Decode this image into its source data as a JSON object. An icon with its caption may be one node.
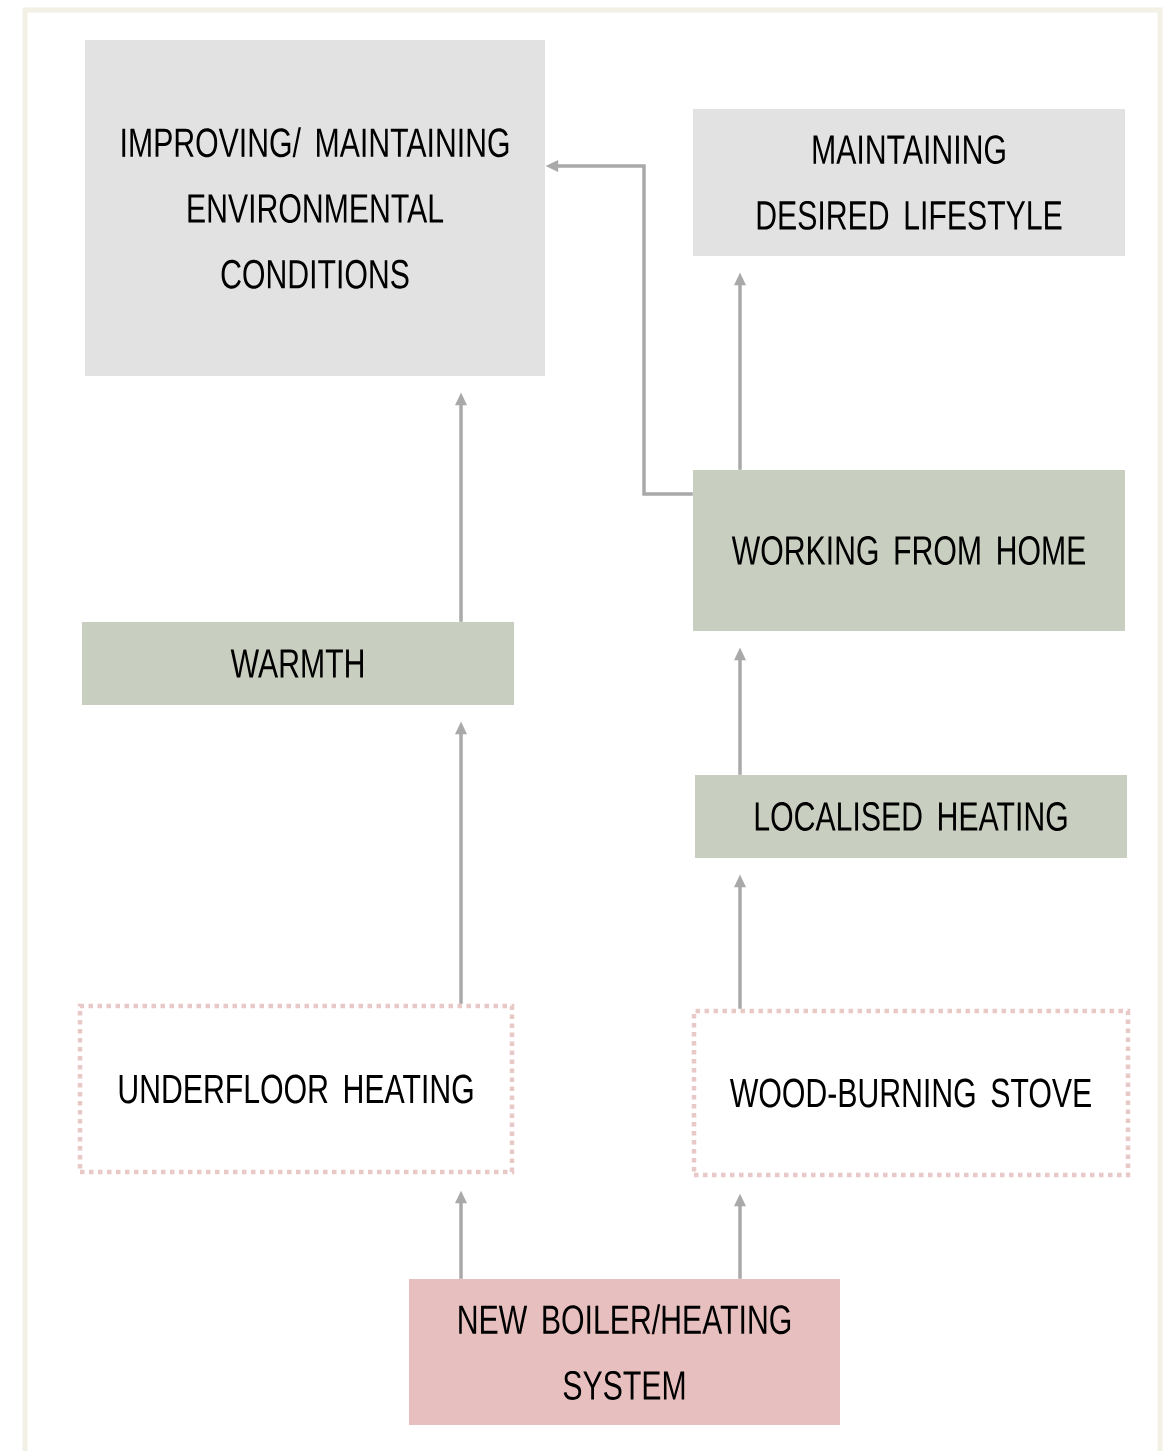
{
  "diagram": {
    "nodes": [
      {
        "text": [
          "IMPROVING/ MAINTAINING ENVIRONMENTAL CONDITIONS"
        ]
      },
      {
        "text": [
          "MAINTAINING DESIRED LIFESTYLE"
        ]
      },
      {
        "text": [
          "WARMTH"
        ]
      },
      {
        "text": [
          "WORKING FROM HOME"
        ]
      },
      {
        "text": [
          "LOCALISED HEATING"
        ]
      },
      {
        "text": [
          "UNDERFLOOR HEATING"
        ]
      },
      {
        "text": [
          "WOOD-BURNING STOVE"
        ]
      },
      {
        "text": [
          "NEW BOILER/HEATING SYSTEM"
        ]
      }
    ],
    "edges": [
      {
        "from": 7,
        "to": 5,
        "arrow": "to"
      },
      {
        "from": 7,
        "to": 6,
        "arrow": "to"
      },
      {
        "from": 5,
        "to": 2,
        "arrow": "to"
      },
      {
        "from": 6,
        "to": 4,
        "arrow": "to"
      },
      {
        "from": 2,
        "to": 0,
        "arrow": "to"
      },
      {
        "from": 4,
        "to": 3,
        "arrow": "to"
      },
      {
        "from": 3,
        "to": 1,
        "arrow": "to"
      },
      {
        "from": 3,
        "to": 0,
        "arrow": "to"
      }
    ]
  }
}
